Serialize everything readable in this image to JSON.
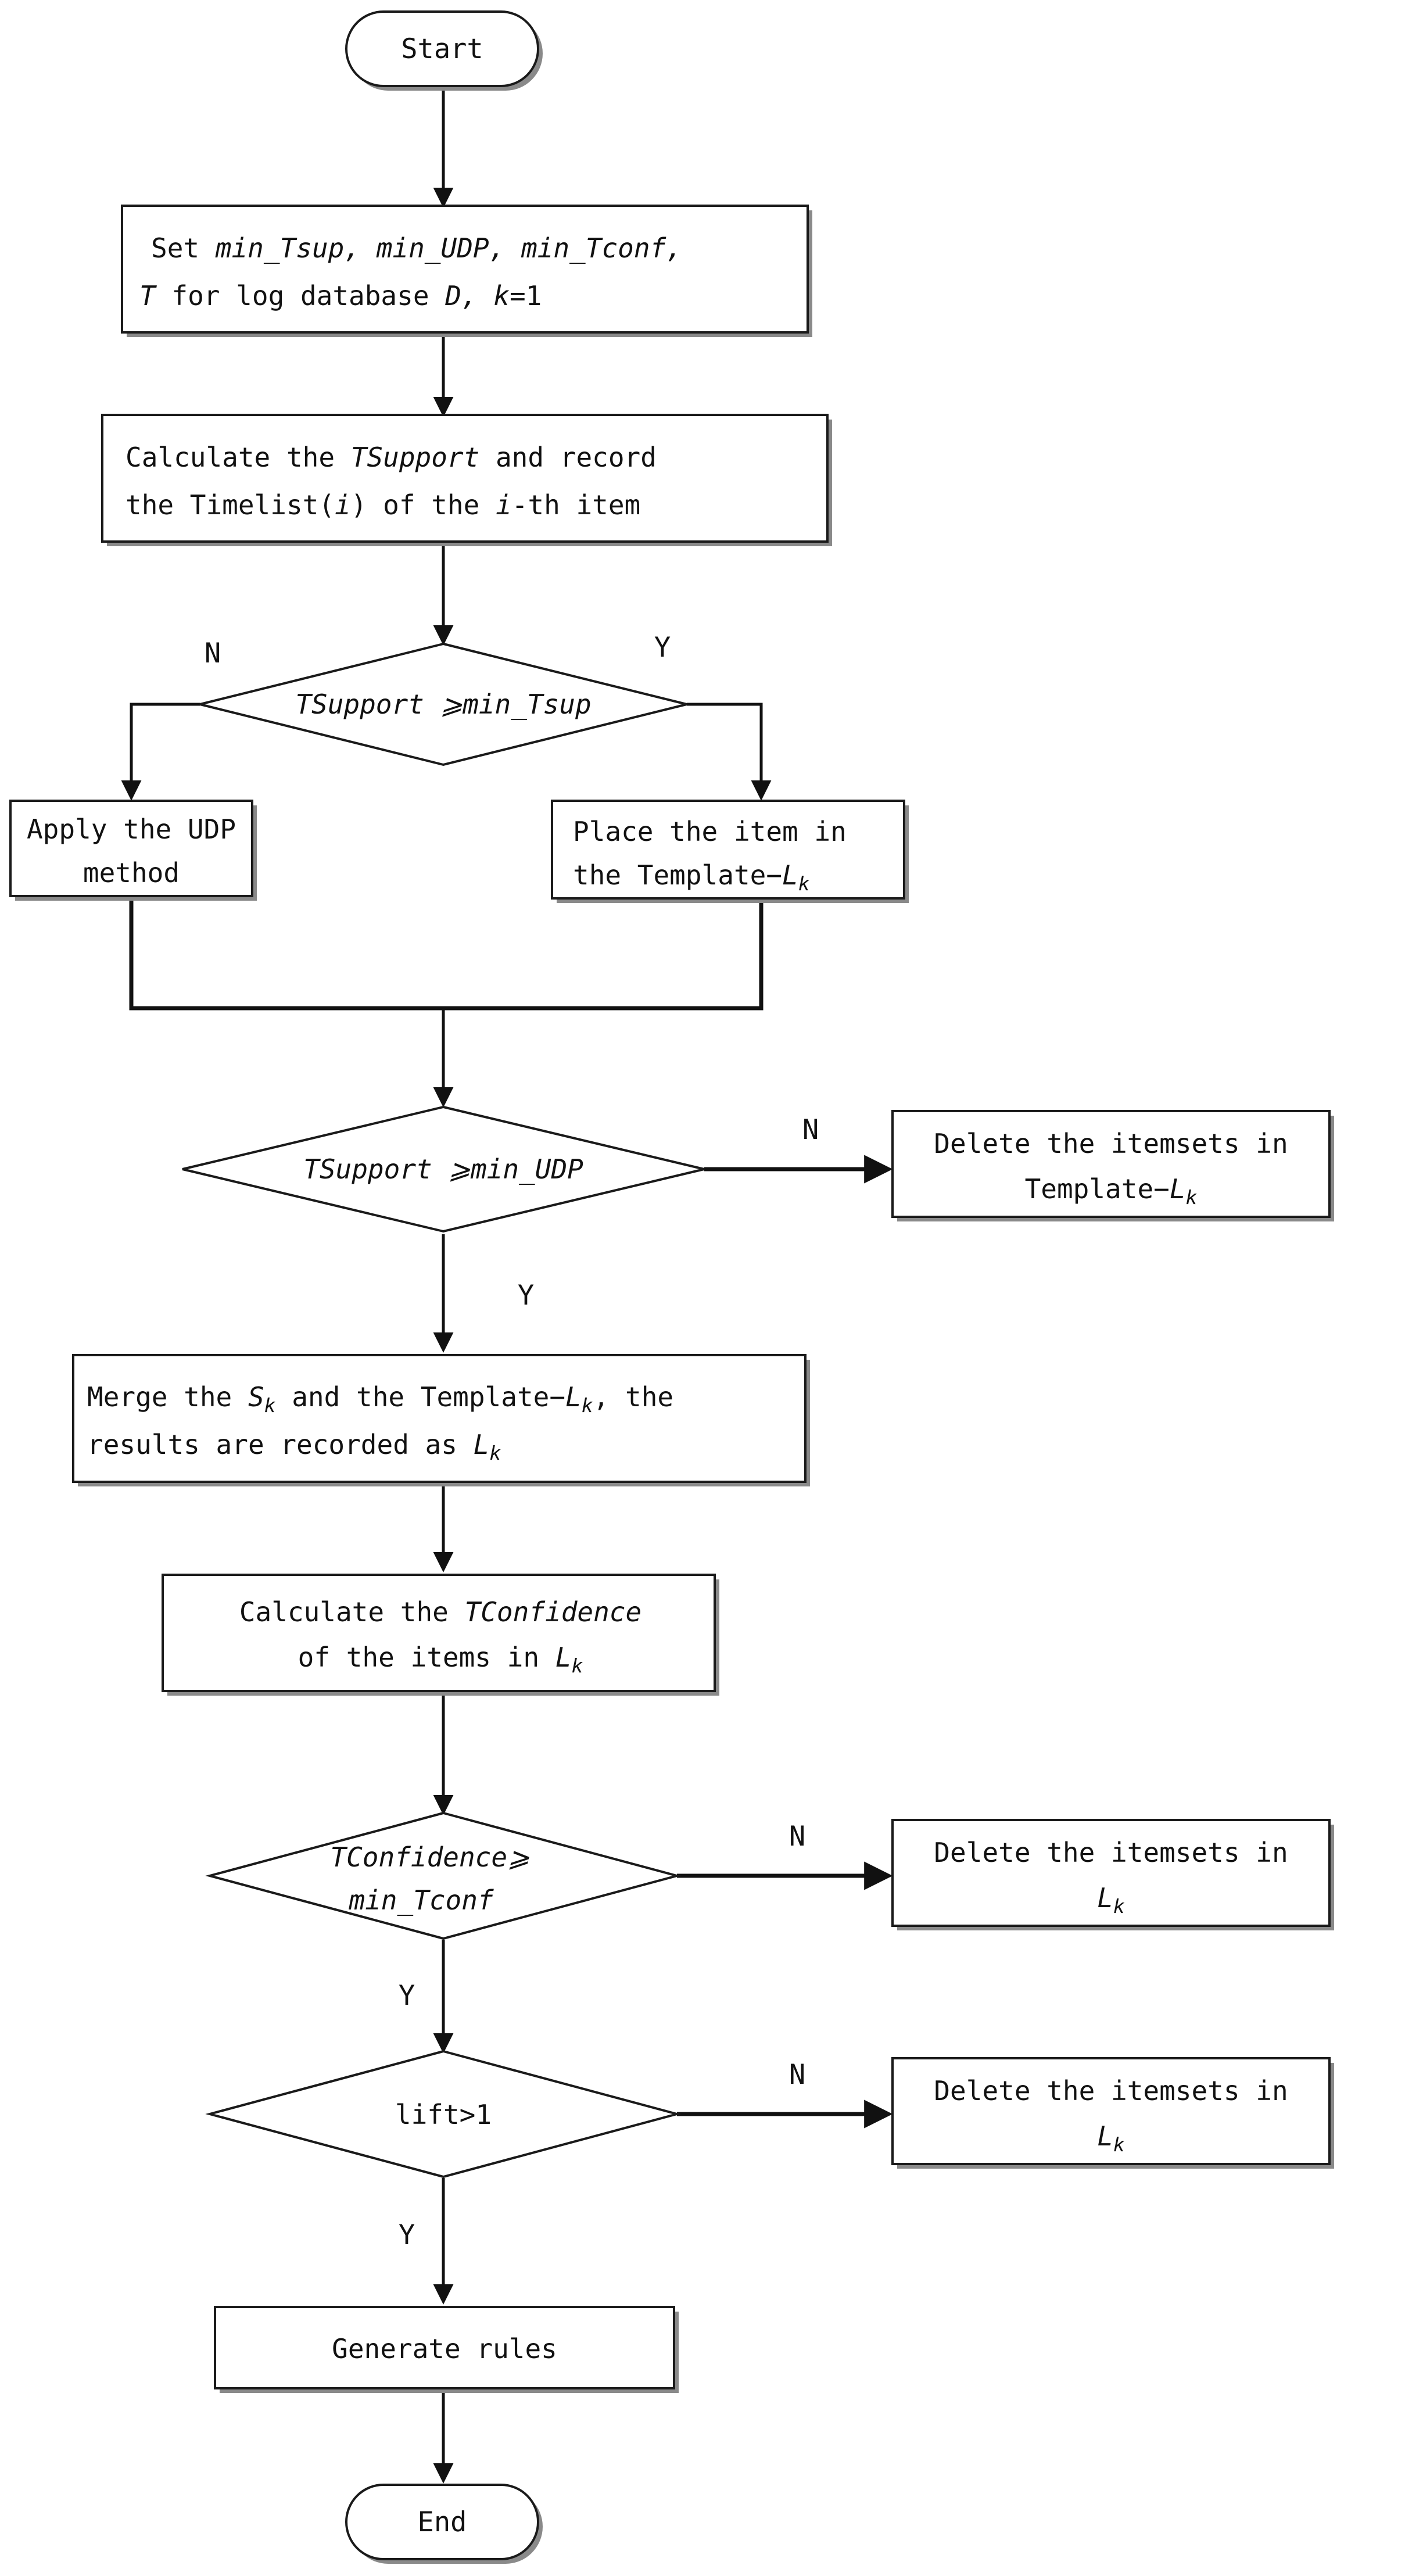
{
  "diagram": {
    "title": "Temporal association rule mining algorithm flowchart",
    "orientation": "top-to-bottom",
    "background_color": "#ffffff",
    "line_color": "#111111",
    "shadow_color": "#8a8a8a"
  },
  "nodes": {
    "start": {
      "type": "terminator",
      "label": "Start"
    },
    "set_params": {
      "type": "process",
      "line1_a": "Set ",
      "line1_b": "min_Tsup, min_UDP, min_Tconf,",
      "line2_a": "T",
      "line2_b": " for log database ",
      "line2_c": "D, k",
      "line2_d": "=1"
    },
    "calc_tsupport": {
      "type": "process",
      "line1_a": "Calculate the ",
      "line1_b": "TSupport",
      "line1_c": " and record",
      "line2_a": "the Timelist(",
      "line2_b": "i",
      "line2_c": ") of the ",
      "line2_d": "i",
      "line2_e": "-th item"
    },
    "decide_tsupport_tsup": {
      "type": "decision",
      "text_a": "TSupport",
      "text_b": " ⩾",
      "text_c": "min_Tsup",
      "branch_no": "N",
      "branch_yes": "Y"
    },
    "apply_udp": {
      "type": "process",
      "line1": "Apply the UDP",
      "line2": "method"
    },
    "place_item": {
      "type": "process",
      "line1": "Place the item in",
      "line2_a": "the Template−",
      "line2_b": "L",
      "line2_c": "k"
    },
    "decide_tsupport_udp": {
      "type": "decision",
      "text_a": "TSupport",
      "text_b": " ⩾",
      "text_c": "min_UDP",
      "branch_no": "N",
      "branch_yes": "Y"
    },
    "delete_template": {
      "type": "process",
      "line1": "Delete the itemsets in",
      "line2_a": "Template−",
      "line2_b": "L",
      "line2_c": "k"
    },
    "merge_sk": {
      "type": "process",
      "line1_a": "Merge the ",
      "line1_b": "S",
      "line1_c": "k",
      "line1_d": " and the Template−",
      "line1_e": "L",
      "line1_f": "k",
      "line1_g": ", the",
      "line2_a": "results are recorded as ",
      "line2_b": "L",
      "line2_c": "k"
    },
    "calc_tconfidence": {
      "type": "process",
      "line1_a": "Calculate the ",
      "line1_b": "TConfidence",
      "line2_a": "of the items in ",
      "line2_b": "L",
      "line2_c": "k"
    },
    "decide_tconfidence": {
      "type": "decision",
      "line1_a": "TConfidence",
      "line1_b": "⩾",
      "line2": "min_Tconf",
      "branch_no": "N",
      "branch_yes": "Y"
    },
    "delete_lk_1": {
      "type": "process",
      "line1": "Delete the itemsets in",
      "line2_a": "L",
      "line2_b": "k"
    },
    "decide_lift": {
      "type": "decision",
      "text": "lift>1",
      "branch_no": "N",
      "branch_yes": "Y"
    },
    "delete_lk_2": {
      "type": "process",
      "line1": "Delete the itemsets in",
      "line2_a": "L",
      "line2_b": "k"
    },
    "generate_rules": {
      "type": "process",
      "label": "Generate rules"
    },
    "end": {
      "type": "terminator",
      "label": "End"
    }
  },
  "edge_labels": {
    "tsupport_no": "N",
    "tsupport_yes": "Y",
    "udp_no": "N",
    "udp_yes": "Y",
    "tconf_no": "N",
    "tconf_yes": "Y",
    "lift_no": "N",
    "lift_yes": "Y"
  }
}
